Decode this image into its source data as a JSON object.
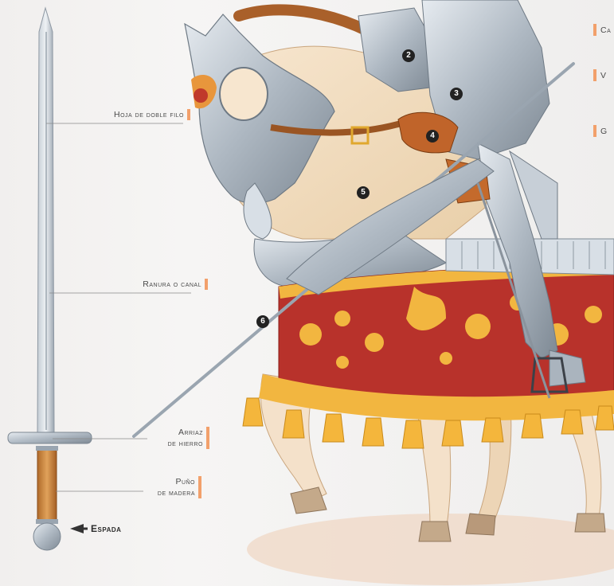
{
  "labels": {
    "hoja": "Hoja de doble filo",
    "ranura": "Ranura o canal",
    "arriaz_1": "Arriaz",
    "arriaz_2": "de hierro",
    "puno_1": "Puño",
    "puno_2": "de madera",
    "espada": "Espada",
    "right_1": "Ca",
    "right_2": "V",
    "right_3": "G"
  },
  "markers": [
    "2",
    "3",
    "4",
    "5",
    "6"
  ],
  "colors": {
    "accent_bar": "#f2a06b",
    "caparison_red": "#b8322b",
    "caparison_gold": "#f2b640",
    "armor": "#b9c2cc"
  }
}
